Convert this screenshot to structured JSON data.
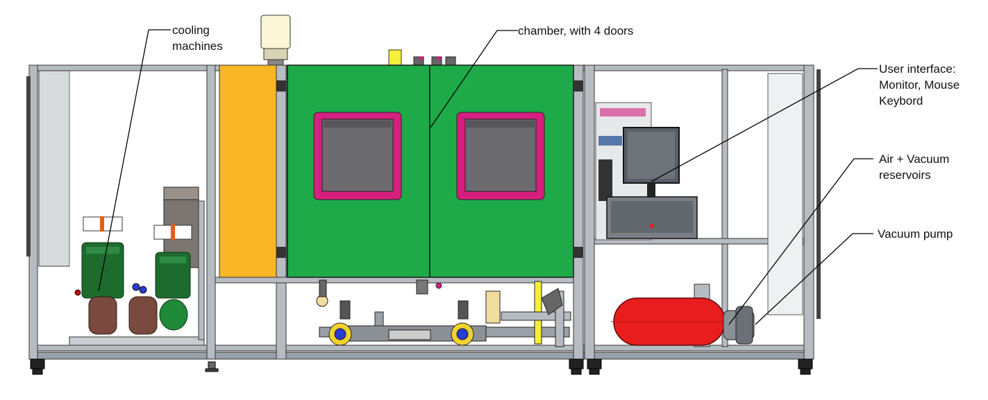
{
  "labels": {
    "cooling_line1": "cooling",
    "cooling_line2": "machines",
    "chamber": "chamber, with 4 doors",
    "ui_line1": "User interface:",
    "ui_line2": "Monitor, Mouse",
    "ui_line3": "Keybord",
    "air_line1": "Air + Vacuum",
    "air_line2": "reservoirs",
    "pump": "Vacuum pump"
  },
  "colors": {
    "frame": "#8a8f96",
    "chamber": "#1faa4a",
    "door_frame": "#d6207f",
    "window": "#6b6b70",
    "side_panel": "#f9b626",
    "compressor_body": "#1e6b2e",
    "compressor_tank": "#7a4a3e",
    "green_tank": "#1f8a3a",
    "reservoir": "#e81d1d",
    "monitor": "#5a5f66",
    "background": "#ffffff"
  }
}
